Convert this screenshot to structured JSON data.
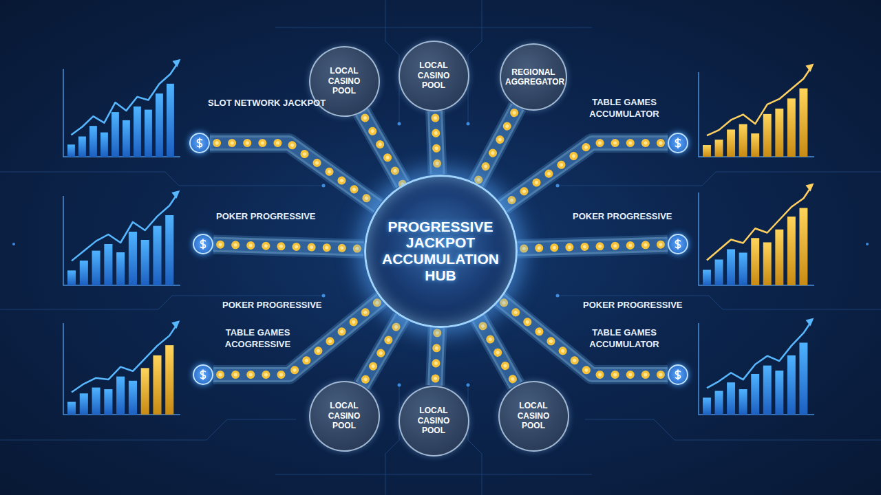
{
  "diagram": {
    "nodes": [
      {
        "text": [
          "LOCAL CASINO POOL"
        ]
      },
      {
        "text": [
          "LOCAL CASINO POOL"
        ]
      },
      {
        "text": [
          "REGIONAL AGGREGATOR"
        ]
      },
      {
        "text": [
          "SLOT NETWORK JACKPOT"
        ]
      },
      {
        "text": [
          "TABLE GAMES ACCUMULATOR"
        ]
      },
      {
        "text": [
          "POKER PROGRESSIVE"
        ]
      },
      {
        "text": [
          "PROGRESSIVE JACKPOT ACCUMULATION HUB"
        ]
      },
      {
        "text": [
          "POKER PROGRESSIVE"
        ]
      },
      {
        "text": [
          "TABLE GAMES ACOGRESSIVE"
        ]
      },
      {
        "text": [
          "TABLE GAMES ACCUMULATOR"
        ]
      },
      {
        "text": [
          "LOCAL CASINO POOL"
        ]
      },
      {
        "text": [
          "LOCAL CASINO POOL"
        ]
      },
      {
        "text": [
          "LOCAL CASINO POOL"
        ]
      }
    ],
    "edges": [
      {
        "from": 0,
        "to": 6,
        "arrow": "none"
      },
      {
        "from": 1,
        "to": 6,
        "arrow": "none"
      },
      {
        "from": 2,
        "to": 6,
        "arrow": "none"
      },
      {
        "from": 3,
        "to": 6,
        "arrow": "none"
      },
      {
        "from": 4,
        "to": 6,
        "arrow": "none"
      },
      {
        "from": 5,
        "to": 6,
        "arrow": "none"
      },
      {
        "from": 7,
        "to": 6,
        "arrow": "none"
      },
      {
        "from": 8,
        "to": 6,
        "arrow": "none"
      },
      {
        "from": 9,
        "to": 6,
        "arrow": "none"
      },
      {
        "from": 10,
        "to": 6,
        "arrow": "none"
      },
      {
        "from": 11,
        "to": 6,
        "arrow": "none"
      },
      {
        "from": 12,
        "to": 6,
        "arrow": "none"
      }
    ],
    "labels": [
      "POKER PROGRESSIVE",
      "POKER PROGRESSIVE"
    ]
  }
}
